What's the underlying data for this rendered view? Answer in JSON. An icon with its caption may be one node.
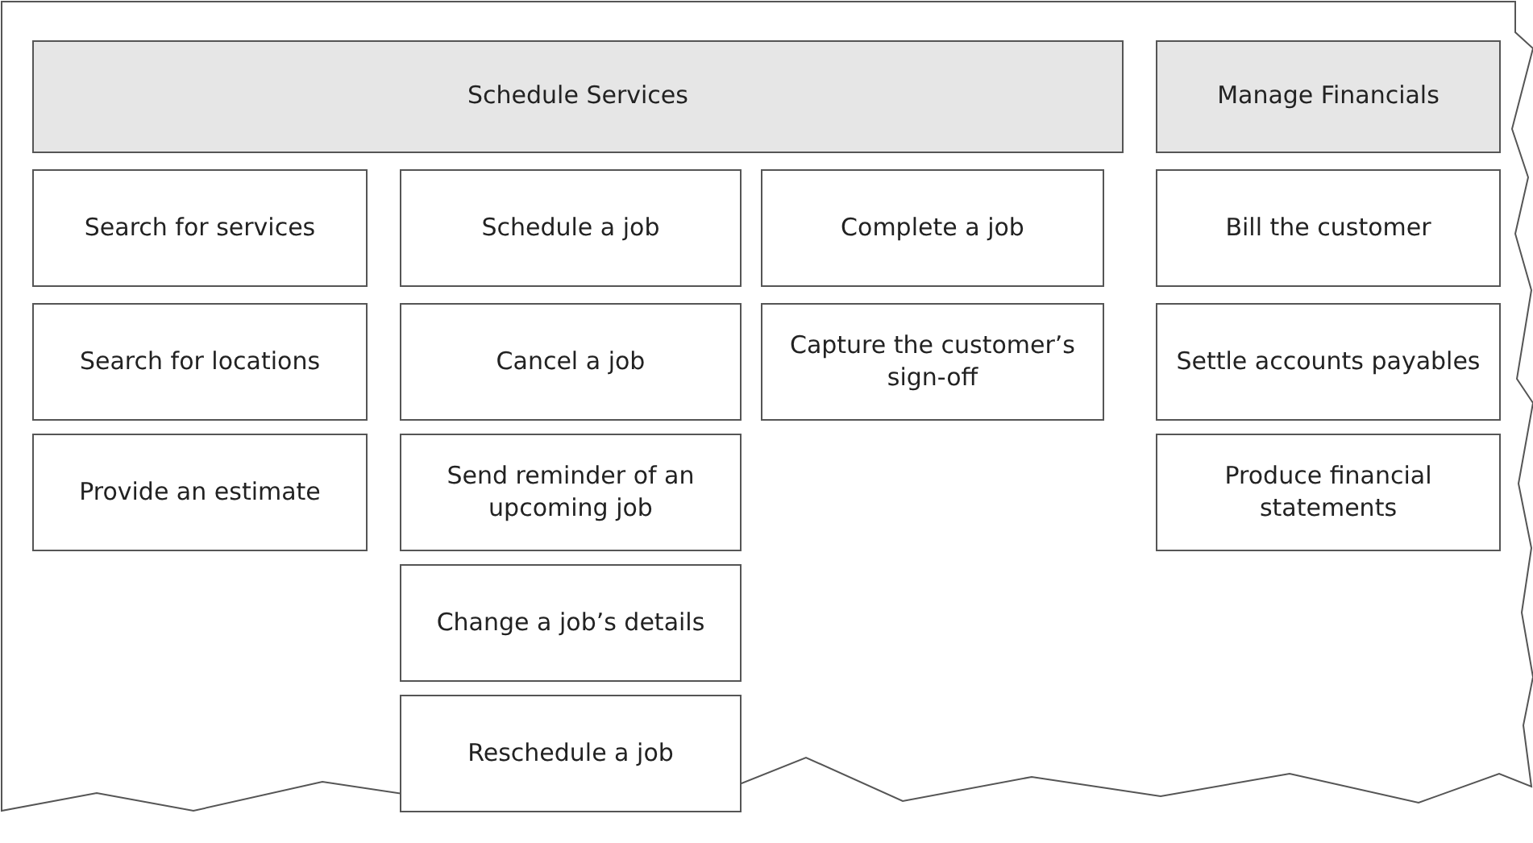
{
  "diagram": {
    "nodes": [
      {
        "text": [
          "Schedule Services"
        ]
      },
      {
        "text": [
          "Manage Financials"
        ]
      },
      {
        "text": [
          "Search for services"
        ]
      },
      {
        "text": [
          "Schedule a job"
        ]
      },
      {
        "text": [
          "Complete a job"
        ]
      },
      {
        "text": [
          "Bill the customer"
        ]
      },
      {
        "text": [
          "Search for locations"
        ]
      },
      {
        "text": [
          "Cancel a job"
        ]
      },
      {
        "text": [
          "Capture the customer’s sign-off"
        ]
      },
      {
        "text": [
          "Settle accounts payables"
        ]
      },
      {
        "text": [
          "Provide an estimate"
        ]
      },
      {
        "text": [
          "Send reminder of an upcoming job"
        ]
      },
      {
        "text": [
          "Produce financial statements"
        ]
      },
      {
        "text": [
          "Change a job’s details"
        ]
      },
      {
        "text": [
          "Reschedule a job"
        ]
      }
    ]
  }
}
